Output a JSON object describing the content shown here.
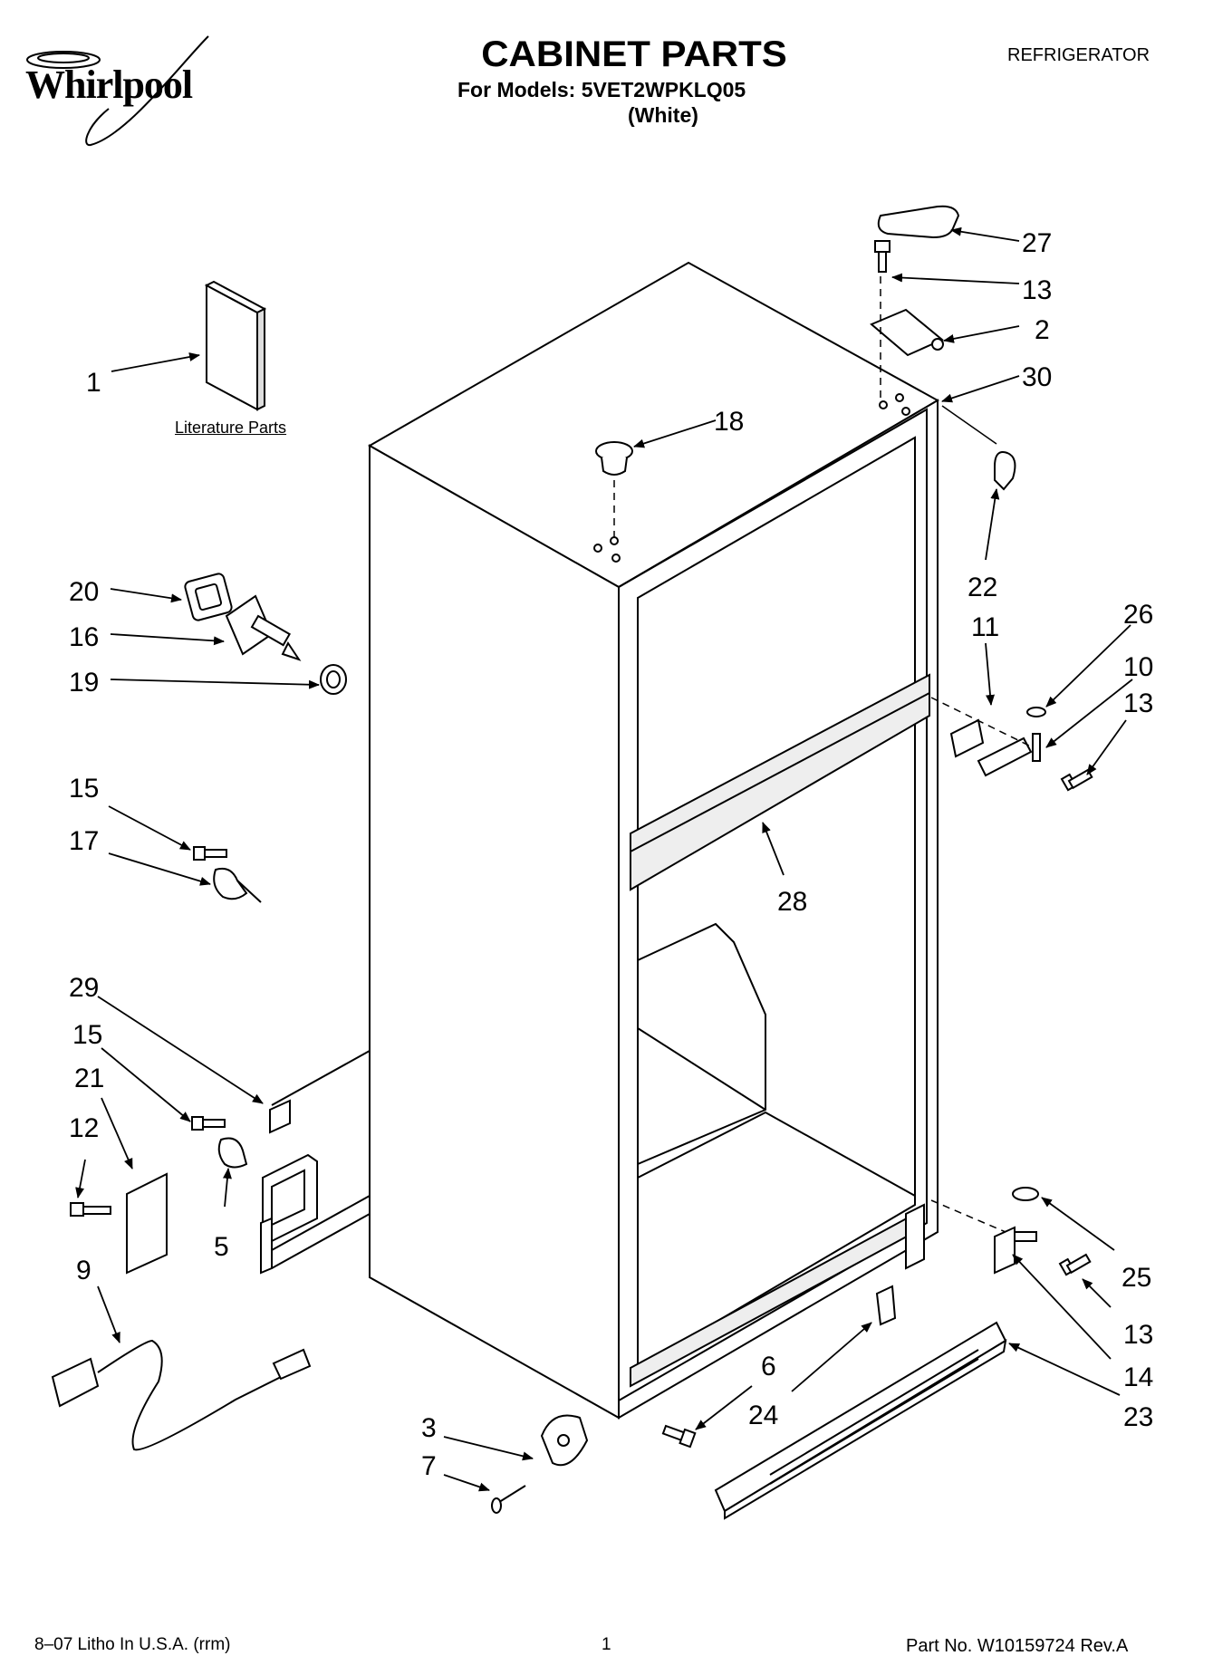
{
  "header": {
    "brand": "Whirlpool",
    "title": "CABINET PARTS",
    "models_line": "For Models: 5VET2WPKLQ05",
    "color_line": "(White)",
    "category": "REFRIGERATOR"
  },
  "diagram": {
    "literature_caption": "Literature Parts",
    "callouts": [
      {
        "id": "c1",
        "label": "1"
      },
      {
        "id": "c27",
        "label": "27"
      },
      {
        "id": "c13a",
        "label": "13"
      },
      {
        "id": "c2",
        "label": "2"
      },
      {
        "id": "c30",
        "label": "30"
      },
      {
        "id": "c18",
        "label": "18"
      },
      {
        "id": "c22",
        "label": "22"
      },
      {
        "id": "c20",
        "label": "20"
      },
      {
        "id": "c16",
        "label": "16"
      },
      {
        "id": "c19",
        "label": "19"
      },
      {
        "id": "c11",
        "label": "11"
      },
      {
        "id": "c26",
        "label": "26"
      },
      {
        "id": "c10",
        "label": "10"
      },
      {
        "id": "c13b",
        "label": "13"
      },
      {
        "id": "c15a",
        "label": "15"
      },
      {
        "id": "c17",
        "label": "17"
      },
      {
        "id": "c28",
        "label": "28"
      },
      {
        "id": "c29",
        "label": "29"
      },
      {
        "id": "c15b",
        "label": "15"
      },
      {
        "id": "c21",
        "label": "21"
      },
      {
        "id": "c12",
        "label": "12"
      },
      {
        "id": "c5",
        "label": "5"
      },
      {
        "id": "c9",
        "label": "9"
      },
      {
        "id": "c25",
        "label": "25"
      },
      {
        "id": "c13c",
        "label": "13"
      },
      {
        "id": "c14",
        "label": "14"
      },
      {
        "id": "c6",
        "label": "6"
      },
      {
        "id": "c24",
        "label": "24"
      },
      {
        "id": "c23",
        "label": "23"
      },
      {
        "id": "c3",
        "label": "3"
      },
      {
        "id": "c7",
        "label": "7"
      }
    ]
  },
  "footer": {
    "litho": "8–07 Litho In U.S.A. (rrm)",
    "page": "1",
    "part_no": "Part No. W10159724 Rev.A"
  }
}
